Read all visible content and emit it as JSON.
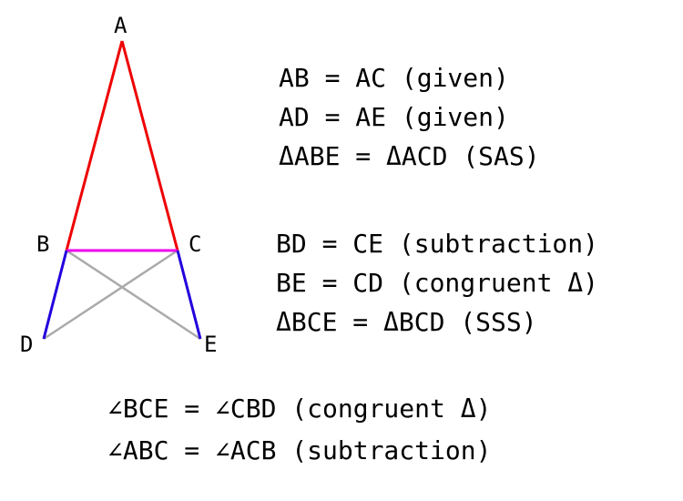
{
  "points": {
    "A": "A",
    "B": "B",
    "C": "C",
    "D": "D",
    "E": "E"
  },
  "colors": {
    "sides_AB_AC": "#ee0000",
    "base_BC": "#ee00ee",
    "extensions_BD_CE": "#2200dd",
    "cross_lines_BE_CD": "#aaaaaa"
  },
  "statements": {
    "group1": [
      "AB = AC (given)",
      "AD = AE (given)",
      "ΔABE = ΔACD (SAS)"
    ],
    "group2": [
      "BD = CE (subtraction)",
      "BE = CD (congruent Δ)",
      "ΔBCE = ΔBCD (SSS)"
    ],
    "group3": [
      "∠BCE = ∠CBD (congruent Δ)",
      "∠ABC = ∠ACB (subtraction)"
    ]
  }
}
